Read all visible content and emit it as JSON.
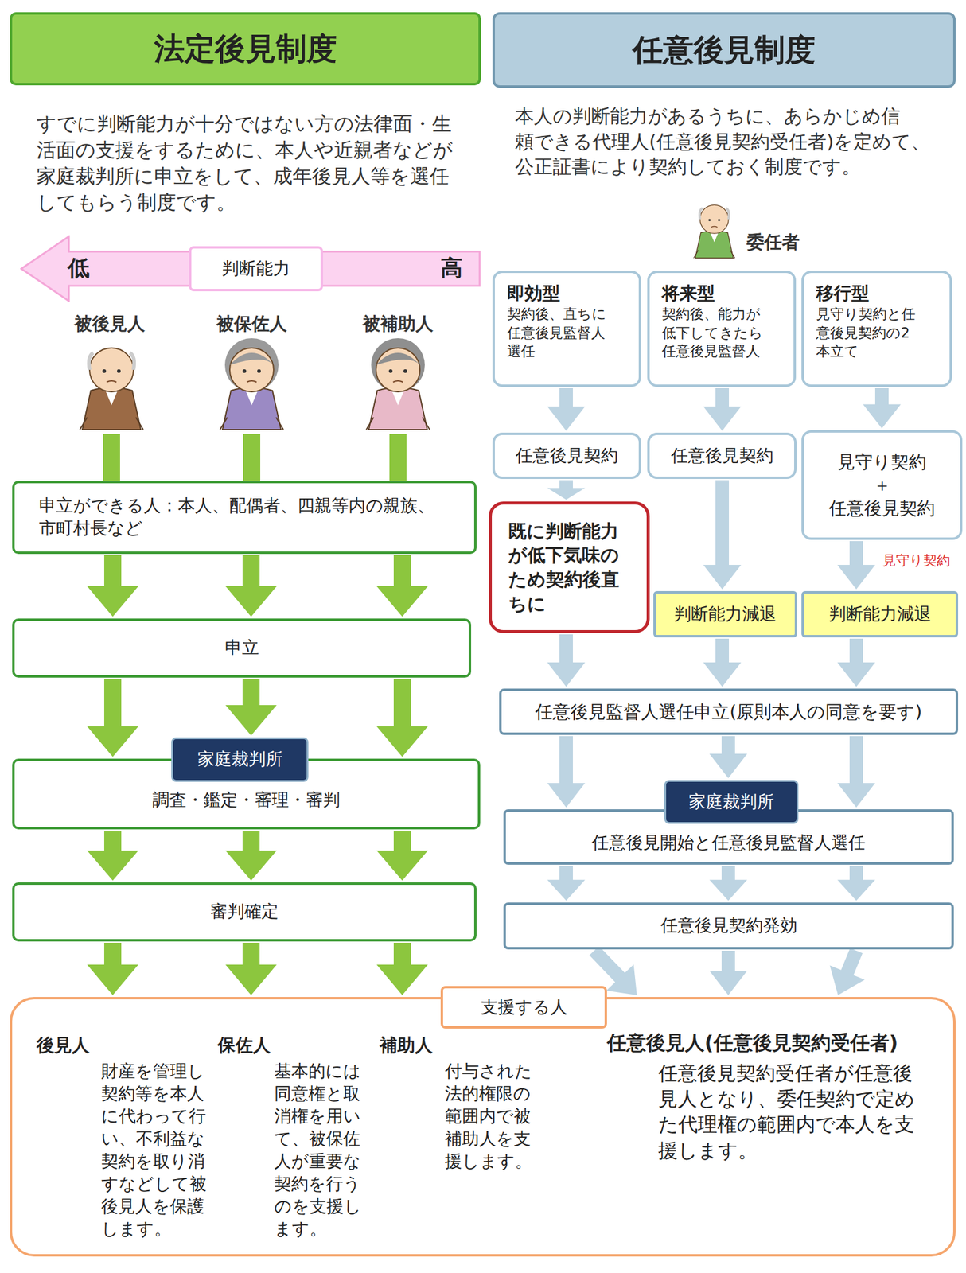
{
  "diagram": {
    "nodes": [
      {
        "text": [
          "法定後見制度"
        ]
      },
      {
        "text": [
          "任意後見制度"
        ]
      },
      {
        "text": [
          "低",
          "高"
        ]
      },
      {
        "text": [
          "判断能力"
        ],
        "in": 2
      },
      {
        "text": [
          "即効型",
          "契約後、直ちに 任意後見監督人 選任"
        ]
      },
      {
        "text": [
          "将来型",
          "契約後、能力が 低下してきたら 任意後見監督人"
        ]
      },
      {
        "text": [
          "移行型",
          "見守り契約と任 意後見契約の2 本立て"
        ]
      },
      {
        "text": [
          "申立ができる人：本人、配偶者、四親等内の親族、 市町村長など"
        ]
      },
      {
        "text": [
          "任意後見契約"
        ]
      },
      {
        "text": [
          "任意後見契約"
        ]
      },
      {
        "text": [
          "見守り契約",
          "＋",
          "任意後見契約"
        ]
      },
      {
        "text": [
          "既に判断能力 が低下気味の ため契約後直 ちに"
        ]
      },
      {
        "text": [
          "判断能力減退"
        ]
      },
      {
        "text": [
          "判断能力減退"
        ]
      },
      {
        "text": [
          "申立"
        ]
      },
      {
        "text": [
          "任意後見監督人選任申立(原則本人の同意を要す)"
        ]
      },
      {
        "text": [
          "調査・鑑定・審理・審判"
        ]
      },
      {
        "text": [
          "家庭裁判所"
        ],
        "in": 16
      },
      {
        "text": [
          "任意後見開始と任意後見監督人選任"
        ]
      },
      {
        "text": [
          "家庭裁判所"
        ],
        "in": 18
      },
      {
        "text": [
          "審判確定"
        ]
      },
      {
        "text": [
          "任意後見契約発効"
        ]
      },
      {
        "text": [
          "後見人",
          "財産を管理し 契約等を本人 に代わって行 い、不利益な 契約を取り消 すなどして被 後見人を保護 します。",
          "保佐人",
          "基本的には 同意権と取 消権を用い て、被保佐 人が重要な 契約を行う のを支援し ます。",
          "補助人",
          "付与された 法的権限の 範囲内で被 補助人を支 援します。",
          "任意後見人(任意後見契約受任者)",
          "任意後見契約受任者が任意後 見人となり、委任契約で定め た代理権の範囲内で本人を支 援します。"
        ]
      },
      {
        "text": [
          "支援する人"
        ],
        "in": 22
      }
    ],
    "edges": [
      {
        "from": 4,
        "to": 8,
        "arrow": "to"
      },
      {
        "from": 5,
        "to": 9,
        "arrow": "to"
      },
      {
        "from": 6,
        "to": 10,
        "arrow": "to"
      },
      {
        "from": 7,
        "to": 14,
        "arrow": "to"
      },
      {
        "from": 7,
        "to": 14,
        "arrow": "to"
      },
      {
        "from": 7,
        "to": 14,
        "arrow": "to"
      },
      {
        "from": 8,
        "to": 11,
        "arrow": "to"
      },
      {
        "from": 9,
        "to": 12,
        "arrow": "to"
      },
      {
        "from": 10,
        "to": 13,
        "label": "見守り契約",
        "arrow": "to"
      },
      {
        "from": 11,
        "to": 15,
        "arrow": "to"
      },
      {
        "from": 12,
        "to": 15,
        "arrow": "to"
      },
      {
        "from": 13,
        "to": 15,
        "arrow": "to"
      },
      {
        "from": 14,
        "to": 16,
        "arrow": "to"
      },
      {
        "from": 14,
        "to": 16,
        "arrow": "to"
      },
      {
        "from": 14,
        "to": 16,
        "arrow": "to"
      },
      {
        "from": 15,
        "to": 18,
        "arrow": "to"
      },
      {
        "from": 15,
        "to": 18,
        "arrow": "to"
      },
      {
        "from": 15,
        "to": 18,
        "arrow": "to"
      },
      {
        "from": 16,
        "to": 20,
        "arrow": "to"
      },
      {
        "from": 16,
        "to": 20,
        "arrow": "to"
      },
      {
        "from": 16,
        "to": 20,
        "arrow": "to"
      },
      {
        "from": 18,
        "to": 21,
        "arrow": "to"
      },
      {
        "from": 18,
        "to": 21,
        "arrow": "to"
      },
      {
        "from": 18,
        "to": 21,
        "arrow": "to"
      },
      {
        "from": 20,
        "to": 22,
        "arrow": "to"
      },
      {
        "from": 20,
        "to": 22,
        "arrow": "to"
      },
      {
        "from": 20,
        "to": 22,
        "arrow": "to"
      },
      {
        "from": 21,
        "to": 22,
        "arrow": "to"
      },
      {
        "from": 21,
        "to": 22,
        "arrow": "to"
      },
      {
        "from": 21,
        "to": 22,
        "arrow": "to"
      }
    ],
    "labels": [
      "すでに判断能力が十分ではない方の法律面・生 活面の支援をするために、本人や近親者などが 家庭裁判所に申立をして、成年後見人等を選任 してもらう制度です。",
      "本人の判断能力があるうちに、あらかじめ信 頼できる代理人(任意後見契約受任者)を定めて、 公正証書により契約しておく制度です。",
      "委任者",
      "被後見人",
      "被保佐人",
      "被補助人"
    ]
  }
}
